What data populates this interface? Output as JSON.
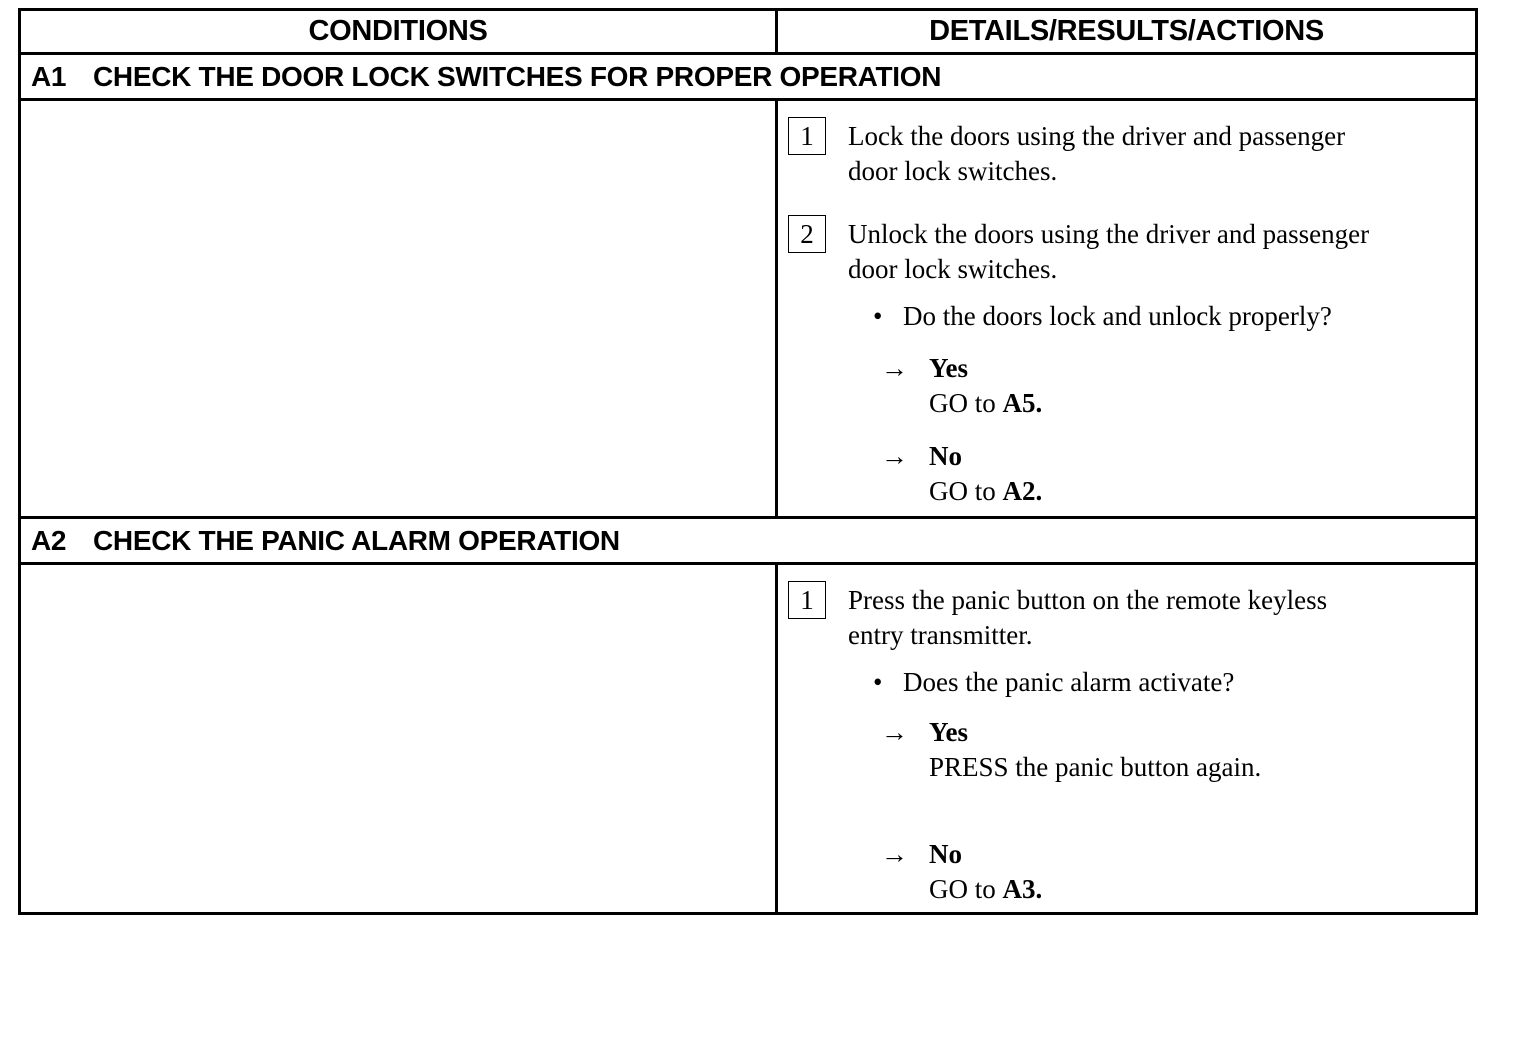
{
  "header": {
    "conditions": "CONDITIONS",
    "details": "DETAILS/RESULTS/ACTIONS"
  },
  "sections": [
    {
      "code": "A1",
      "title": "CHECK THE DOOR LOCK SWITCHES FOR PROPER OPERATION",
      "steps": [
        {
          "num": "1",
          "line1": "Lock the doors using the driver and passenger",
          "line2": "door lock switches."
        },
        {
          "num": "2",
          "line1": "Unlock the doors using the driver and passenger",
          "line2": "door lock switches."
        }
      ],
      "question": "Do the doors lock and unlock properly?",
      "answers": [
        {
          "label": "Yes",
          "prefix": "GO to",
          "target": "A5."
        },
        {
          "label": "No",
          "prefix": "GO to",
          "target": "A2."
        }
      ]
    },
    {
      "code": "A2",
      "title": "CHECK THE PANIC ALARM OPERATION",
      "steps": [
        {
          "num": "1",
          "line1": "Press the panic button on the remote keyless",
          "line2": "entry transmitter."
        }
      ],
      "question": "Does the panic alarm activate?",
      "answers": [
        {
          "label": "Yes",
          "text": "PRESS the panic button again."
        },
        {
          "label": "No",
          "prefix": "GO to",
          "target": "A3."
        }
      ]
    }
  ],
  "symbols": {
    "bullet": "•",
    "arrow": "→"
  }
}
